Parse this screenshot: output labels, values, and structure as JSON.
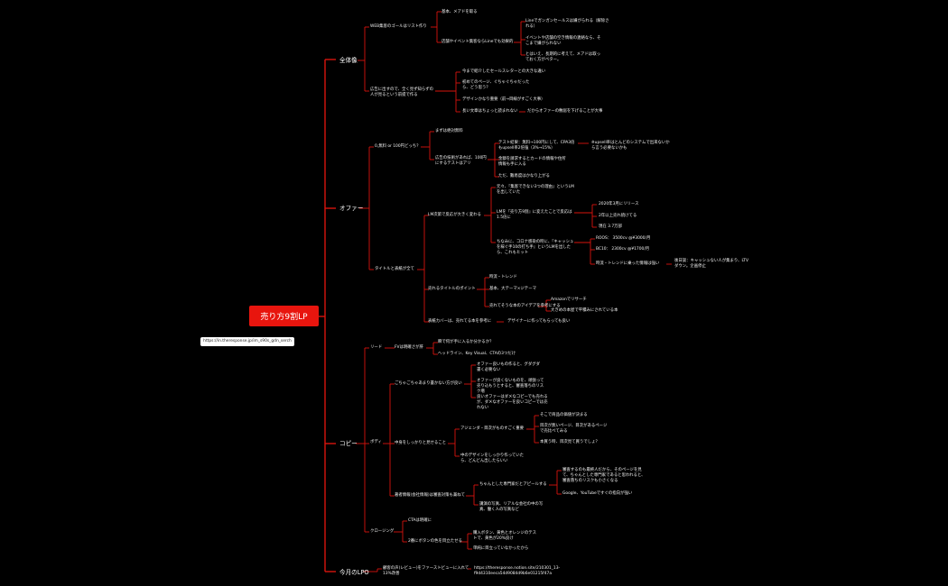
{
  "root": "売り方9割LP",
  "url": "https://in.theresponse.jp/im_s90s_gdn_serch",
  "t": {
    "a": "全体像",
    "a1": "WEB集客のゴールはリスト作り",
    "a1a": "基本、メアドを取る",
    "a1b": "店舗やイベント集客ならLineでも効果的",
    "a1b1": "Lineでガンガンセールスは嫌がられる（解除される）",
    "a1b2": "イベントや店舗の空き情報の連絡なら、そこまで嫌がられない",
    "a1b3": "とはいえ、長期的に考えて、メアドは取っておく方がベター。",
    "a2": "広告に出すので、全く見ず知らずの人が見るという前提で作る",
    "a2a": "今まで紹介したセールスレターとの大きな違い",
    "a2b": "初めてのページ、ぐちゃぐちゃだったら、どう思う？",
    "a2c": "デザインかなり重要（前→目線がすごく大事）",
    "a2d": "長い文章はちょっと読まれない",
    "a2d1": "だからオファーの敷居を下げることが大事",
    "b": "オファー",
    "b1": "0,無料 or 100円どっち？",
    "b1a": "まずは絶対無料",
    "b1b": "広告の技術があれば、100円にするテストはアリ",
    "b1b1": "テスト結果：無料→100円にして、CPA3倍もupsell率2倍強（3%→15%）",
    "b1b1a": "※upsell率はとんどのシステムで出来ないから言う必要ないかも",
    "b1b2": "金額を請求するとカードの情報や住所情報も手に入る",
    "b1b3": "ただ、難易度はかなり上がる",
    "b2": "タイトルと表紙が全て",
    "b2a": "LM次第で反応が大きく変わる",
    "b2a1": "元々、『集客できない3つの理由』というLMを出していた",
    "b2a2": "LMを『売り方9割』に変えたことで反応は1.5倍に",
    "b2a2a": "2020年3月にリリース",
    "b2a2b": "2年以上売れ続けてる",
    "b2a2c": "現在 3.7万部",
    "b2a3": "ちなみに、コロナ感染の時に、『キャッシュを稼ぐ手10の打ち手』というLMを出したら、これもヒット",
    "b2a3a": "ROOS： 3500cv @¥3000/月",
    "b2a3b": "BC10： 2300cv @¥1700/月",
    "b2a3c": "時流・トレンドに乗った情報は強い",
    "b2a3c1": "後日談：キャッシュない人が集まり、LTVダウン。企画停止",
    "b2b": "売れるタイトルのポイント",
    "b2b1": "時流・トレンド",
    "b2b2": "基本、大テーマ×ジテーマ",
    "b2b3": "売れてそうな本のアイデアを参考にする",
    "b2b3a": "Amazonでリサーチ",
    "b2b3b": "大きめの本屋で平積みにされている本",
    "b2c": "表紙カバーは、売れてる本を参考に",
    "b2c1": "デザイナーに作ってもらっても良い",
    "c": "コピー",
    "c1": "リード",
    "c1a": "FVは明確さが肝",
    "c1a1": "瞬で何が手に入るか分かるか？",
    "c1a2": "ヘッドライン、Key Visual、CTAの3つだけ",
    "c2": "ボディ",
    "c2a": "ごちゃごちゃあまり書かない方が良い",
    "c2a1": "オファー良いもの作ると、グダグダ書く必要ない",
    "c2a2": "オファーが良くないものを、頑張って売り込もうとすると、審査落ちのリスク増",
    "c2a3": "良いオファーはダメなコピーでも売れるが、ダメなオファーを良いコピーでは売れない",
    "c2b": "中身をしっかりと見せること",
    "c2b1": "アジェンダ・目次がものすごく重要",
    "c2b1a": "そこで商品の価値が決まる",
    "c2b1b": "目次が無いページ、目次があるページで売比べてみる",
    "c2b1c": "本買う時、目次見て買うでしょ？",
    "c2b2": "中のデザインをしっかり作っていたら、どんどん出したらいい",
    "c2c": "著者情報(会社情報)は審査対策も兼ねて",
    "c2c1": "ちゃんとした専門家だとアピールする",
    "c2c1a": "審査するのも最終人だから、そのページを見て、ちゃんとした専門家であると思われると、審査落ちのリスクも小さくなる",
    "c2c1b": "Google、YouTubeですぐの指向が強い",
    "c2c2": "講演の写真、リアルな会社の中の写真、働く人の写真など",
    "c3": "クロージング",
    "c3a": "CTAは明確に",
    "c3b": "2番にボタンの色を目立たせる",
    "c3b1": "購入ボタン、黄色とオレンジのテストで、黄色が20%良け",
    "c3b2": "単純に目立っていなかったから",
    "d": "今月のLPO",
    "d1": "顧客の声(レビュー)をファーストビューに入れて13%改善",
    "d1a": "https://theresponse.notion.site/210301_13-f9d4310eeca54d9084d9b6e01215f47a"
  }
}
